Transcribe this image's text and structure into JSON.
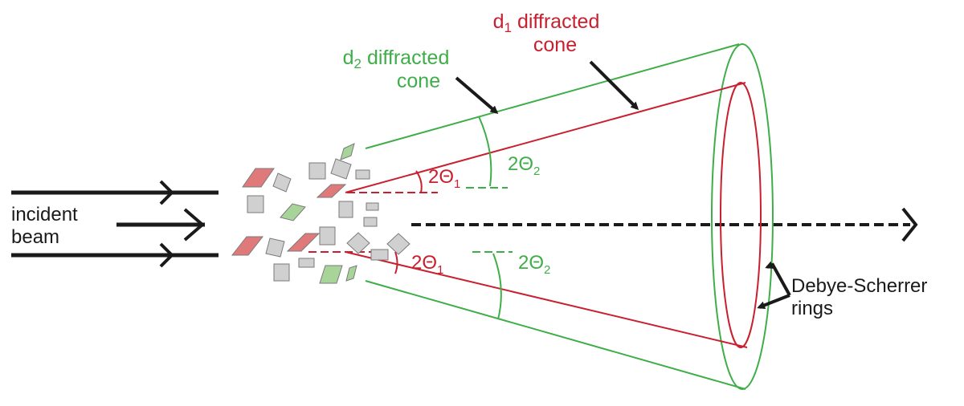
{
  "labels": {
    "incident": "incident",
    "beam": "beam",
    "d1_letter": "d",
    "d1_sub": "1",
    "d1_rest": " diffracted",
    "d1_cone": "cone",
    "d2_letter": "d",
    "d2_sub": "2",
    "d2_rest": " diffracted",
    "d2_cone": "cone",
    "theta1_top": "2Θ",
    "theta1_top_sub": "1",
    "theta2_top": "2Θ",
    "theta2_top_sub": "2",
    "theta1_bottom": "2Θ",
    "theta1_bottom_sub": "1",
    "theta2_bottom": "2Θ",
    "theta2_bottom_sub": "2",
    "rings_line1": "Debye-Scherrer",
    "rings_line2": "rings"
  },
  "colors": {
    "d1": "#c8202f",
    "d2": "#3fae49",
    "beam": "#1a1a1a",
    "crystal_gray": "#d0d0d0",
    "crystal_red": "#e07a7a",
    "crystal_green": "#a8d49a"
  }
}
